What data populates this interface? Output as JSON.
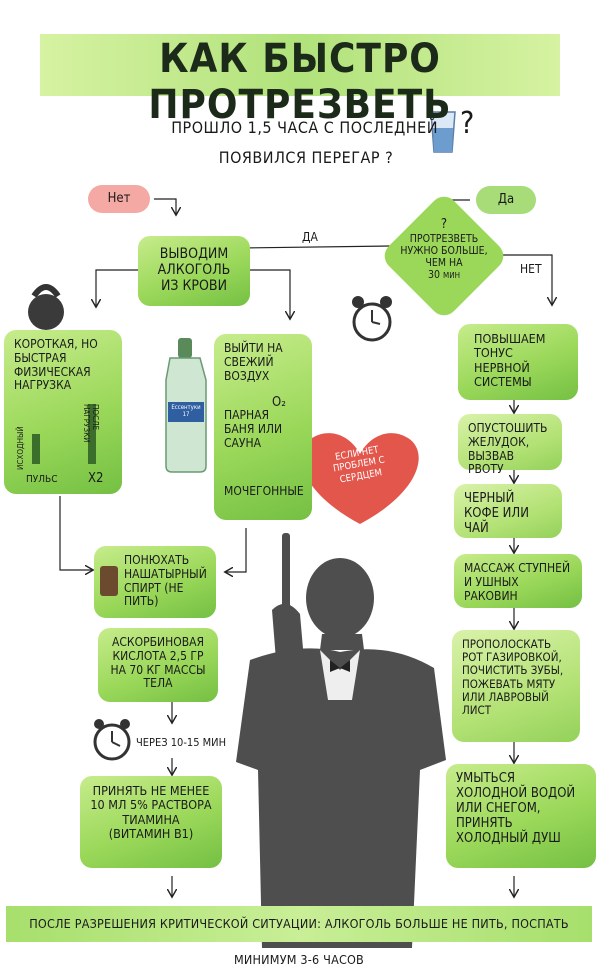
{
  "title": "Как быстро протрезветь",
  "question": {
    "line1": "Прошло 1,5 часа с последней",
    "line2": "появился перегар ?"
  },
  "answers": {
    "no": "Нет",
    "yes": "Да"
  },
  "arrow_labels": {
    "yes": "Да",
    "no": "Нет"
  },
  "decision": {
    "line1": "?",
    "line2": "Протрезветь нужно больше, чем на",
    "value": "30",
    "unit": "мин"
  },
  "remove_alcohol": "Выводим алкоголь из крови",
  "exercise": {
    "text": "Короткая, но быстрая физическая нагрузка",
    "before": "исходный",
    "after": "после нагрузки",
    "pulse": "пульс",
    "times": "x2"
  },
  "outside": {
    "text1": "Выйти на свежий воздух",
    "o2": "O₂",
    "text2": "Парная баня или сауна",
    "text3": "Мочегонные"
  },
  "bottle_label": "Ессентуки 17",
  "heart": "Если нет проблем с сердцем",
  "ammonia": "Понюхать нашатырный спирт (не пить)",
  "ascorbic": "Аскорбиновая кислота 2,5 гр на 70 кг массы тела",
  "after_time": "Через 10-15 мин",
  "thiamine": "Принять не менее 10 мл 5% раствора тиамина (витамин B1)",
  "right_steps": [
    "Повышаем тонус нервной системы",
    "Опустошить желудок, вызвав рвоту",
    "Черный кофе или чай",
    "Массаж ступней и ушных раковин",
    "Прополоскать рот газировкой, почистить зубы, пожевать мяту или лавровый лист",
    "Умыться холодной водой или снегом, принять холодный душ"
  ],
  "footer": "После разрешения критической ситуации: алкоголь больше не пить, поспать минимум 3-6 часов",
  "colors": {
    "green": "#9bd85a",
    "pink": "#f4a9a4",
    "heart": "#e2564c"
  }
}
